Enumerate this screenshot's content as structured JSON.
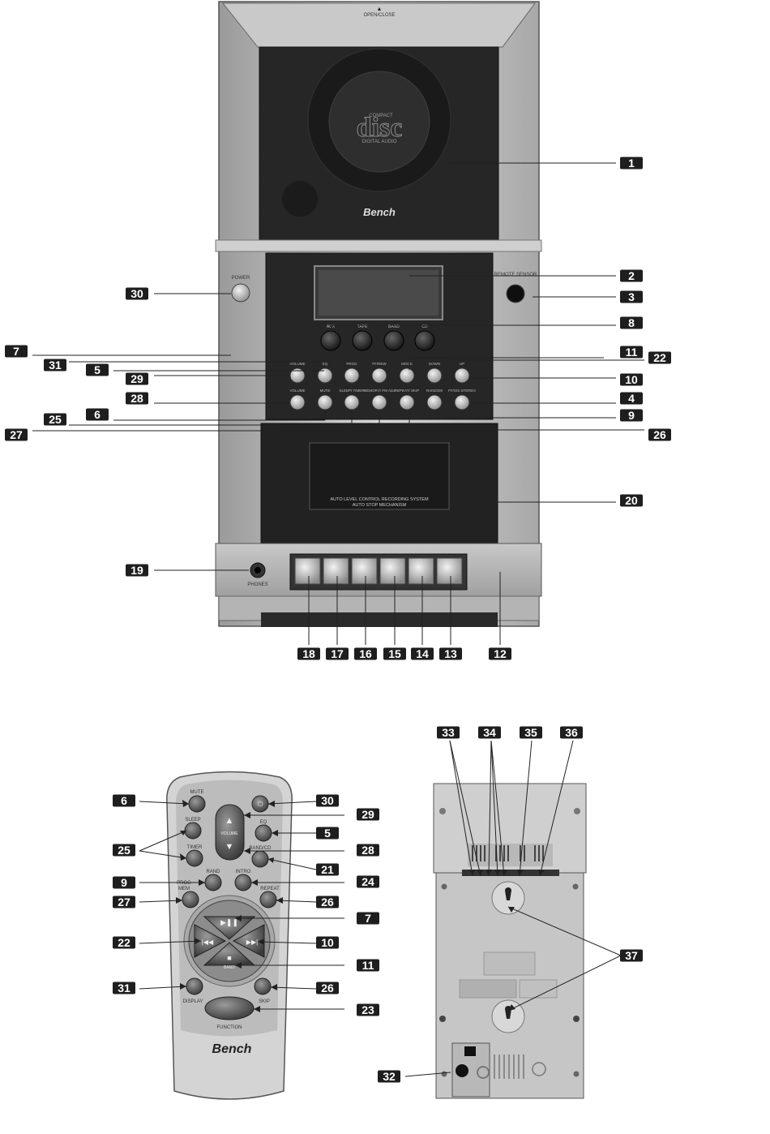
{
  "device": {
    "top_label": "OPEN/CLOSE",
    "disc_logo_word": "disc",
    "disc_logo_top": "COMPACT",
    "disc_logo_bottom": "DIGITAL AUDIO",
    "brand": "Bench",
    "power_label": "POWER",
    "remote_sensor_label": "REMOTE SENSOR",
    "knob_labels": [
      "AUX",
      "TAPE",
      "BAND",
      "CD"
    ],
    "row1_labels": [
      "VOLUME",
      "EQ",
      "PROG",
      "FF/REW",
      "MODE",
      "DOWN",
      "UP"
    ],
    "row2_labels": [
      "VOLUME",
      "MUTE",
      "SLEEP/ TIMER",
      "MEMORY/ FM ADJ",
      "REPEAT/ SKIP",
      "RANDOM",
      "FF/S/S STEREO"
    ],
    "tape_text_1": "AUTO LEVEL CONTROL RECORDING SYSTEM",
    "tape_text_2": "AUTO STOP MECHANISM",
    "phones_label": "PHONES"
  },
  "remote": {
    "mute": "MUTE",
    "sleep": "SLEEP",
    "timer": "TIMER",
    "volume": "VOLUME",
    "eq": "EQ",
    "band": "BAND/CD",
    "rand": "RAND",
    "intro": "INTRO",
    "prog": "PROG",
    "mem": "MEM",
    "repeat": "REPEAT",
    "play_pause": "▶❚❚",
    "prev": "|◀◀",
    "next": "▶▶|",
    "stop": "■",
    "stop_label": "BAND",
    "display": "DISPLAY",
    "skip": "SKIP",
    "function": "FUNCTION",
    "brand": "Bench"
  },
  "callouts": {
    "device": [
      "1",
      "2",
      "3",
      "8",
      "11",
      "22",
      "10",
      "4",
      "9",
      "26",
      "20",
      "30",
      "7",
      "31",
      "5",
      "29",
      "28",
      "6",
      "25",
      "27",
      "19",
      "18",
      "17",
      "16",
      "15",
      "14",
      "13",
      "12"
    ],
    "remote": [
      "6",
      "25",
      "9",
      "27",
      "22",
      "31",
      "30",
      "29",
      "5",
      "28",
      "21",
      "24",
      "26",
      "7",
      "10",
      "11",
      "26",
      "23"
    ],
    "back": [
      "33",
      "34",
      "35",
      "36",
      "37",
      "32"
    ]
  }
}
